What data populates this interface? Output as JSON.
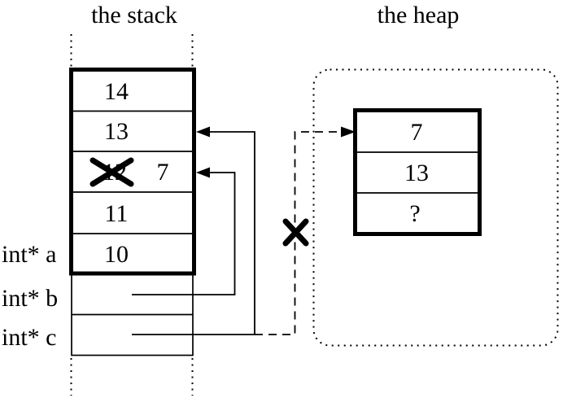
{
  "titles": {
    "stack": "the stack",
    "heap": "the heap"
  },
  "stack": {
    "cells": [
      "14",
      "13",
      "12",
      "11",
      "10"
    ],
    "overwrite_value": "7"
  },
  "variables": {
    "a": "int* a",
    "b": "int* b",
    "c": "int* c"
  },
  "heap": {
    "cells": [
      "7",
      "13",
      "?"
    ]
  },
  "colors": {
    "ink": "#000000",
    "background": "#ffffff"
  }
}
